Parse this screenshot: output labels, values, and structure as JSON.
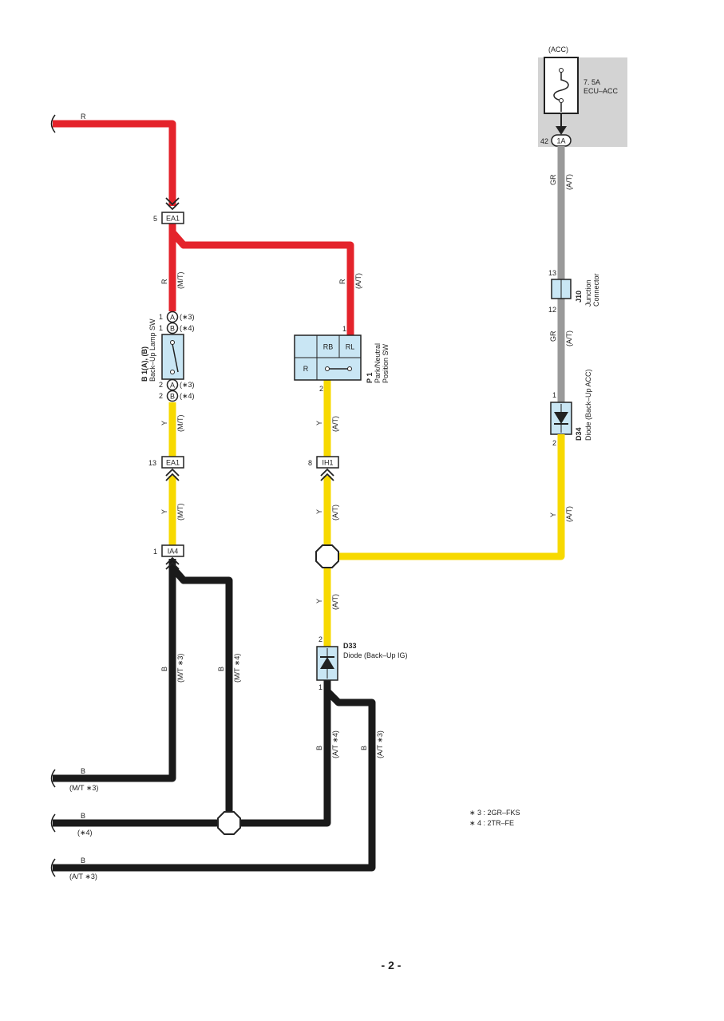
{
  "colors": {
    "red": "#e4232b",
    "yellow": "#f7d900",
    "black": "#1a1a1a",
    "gray": "#9a9a9a",
    "component_fill": "#c9e6f4",
    "fuse_box_fill": "#d3d3d3"
  },
  "fuse": {
    "group": "(ACC)",
    "rating": "7. 5A",
    "name": "ECU–ACC",
    "terminal": "1A",
    "pin": "42"
  },
  "wires": {
    "r": "R",
    "y": "Y",
    "b": "B",
    "gr": "GR",
    "mt": "(M/T)",
    "at": "(A/T)",
    "mt3": "(M/T ∗3)",
    "mt4": "(M/T ∗4)",
    "at3": "(A/T ∗3)",
    "at4": "(A/T ∗4)",
    "v4": "(∗4)"
  },
  "connectors": {
    "ea1_top": {
      "name": "EA1",
      "pin": "5"
    },
    "ea1_bottom": {
      "name": "EA1",
      "pin": "13"
    },
    "ih1": {
      "name": "IH1",
      "pin": "8"
    },
    "ia4": {
      "name": "IA4",
      "pin": "1"
    }
  },
  "backup_lamp_sw": {
    "id": "B 1(A), (B)",
    "name": "Back–Up Lamp SW",
    "pin1": "1",
    "pin2": "2",
    "a": "A",
    "b": "B",
    "v3": "(∗3)",
    "v4": "(∗4)"
  },
  "pnp_sw": {
    "id": "P 1",
    "name_line1": "Park/Neutral",
    "name_line2": "Position SW",
    "pin_top": "1",
    "pin_bottom": "2",
    "rb": "RB",
    "rl": "RL",
    "r": "R"
  },
  "j10": {
    "id": "J10",
    "name_line1": "Junction",
    "name_line2": "Connector",
    "pin_top": "13",
    "pin_bottom": "12"
  },
  "d34": {
    "id": "D34",
    "name": "Diode (Back–Up ACC)",
    "pin_top": "1",
    "pin_bottom": "2"
  },
  "d33": {
    "id": "D33",
    "name": "Diode (Back–Up IG)",
    "pin_top": "2",
    "pin_bottom": "1"
  },
  "legend": {
    "line1": "∗ 3 : 2GR–FKS",
    "line2": "∗ 4 : 2TR–FE"
  },
  "page_number": "- 2 -"
}
